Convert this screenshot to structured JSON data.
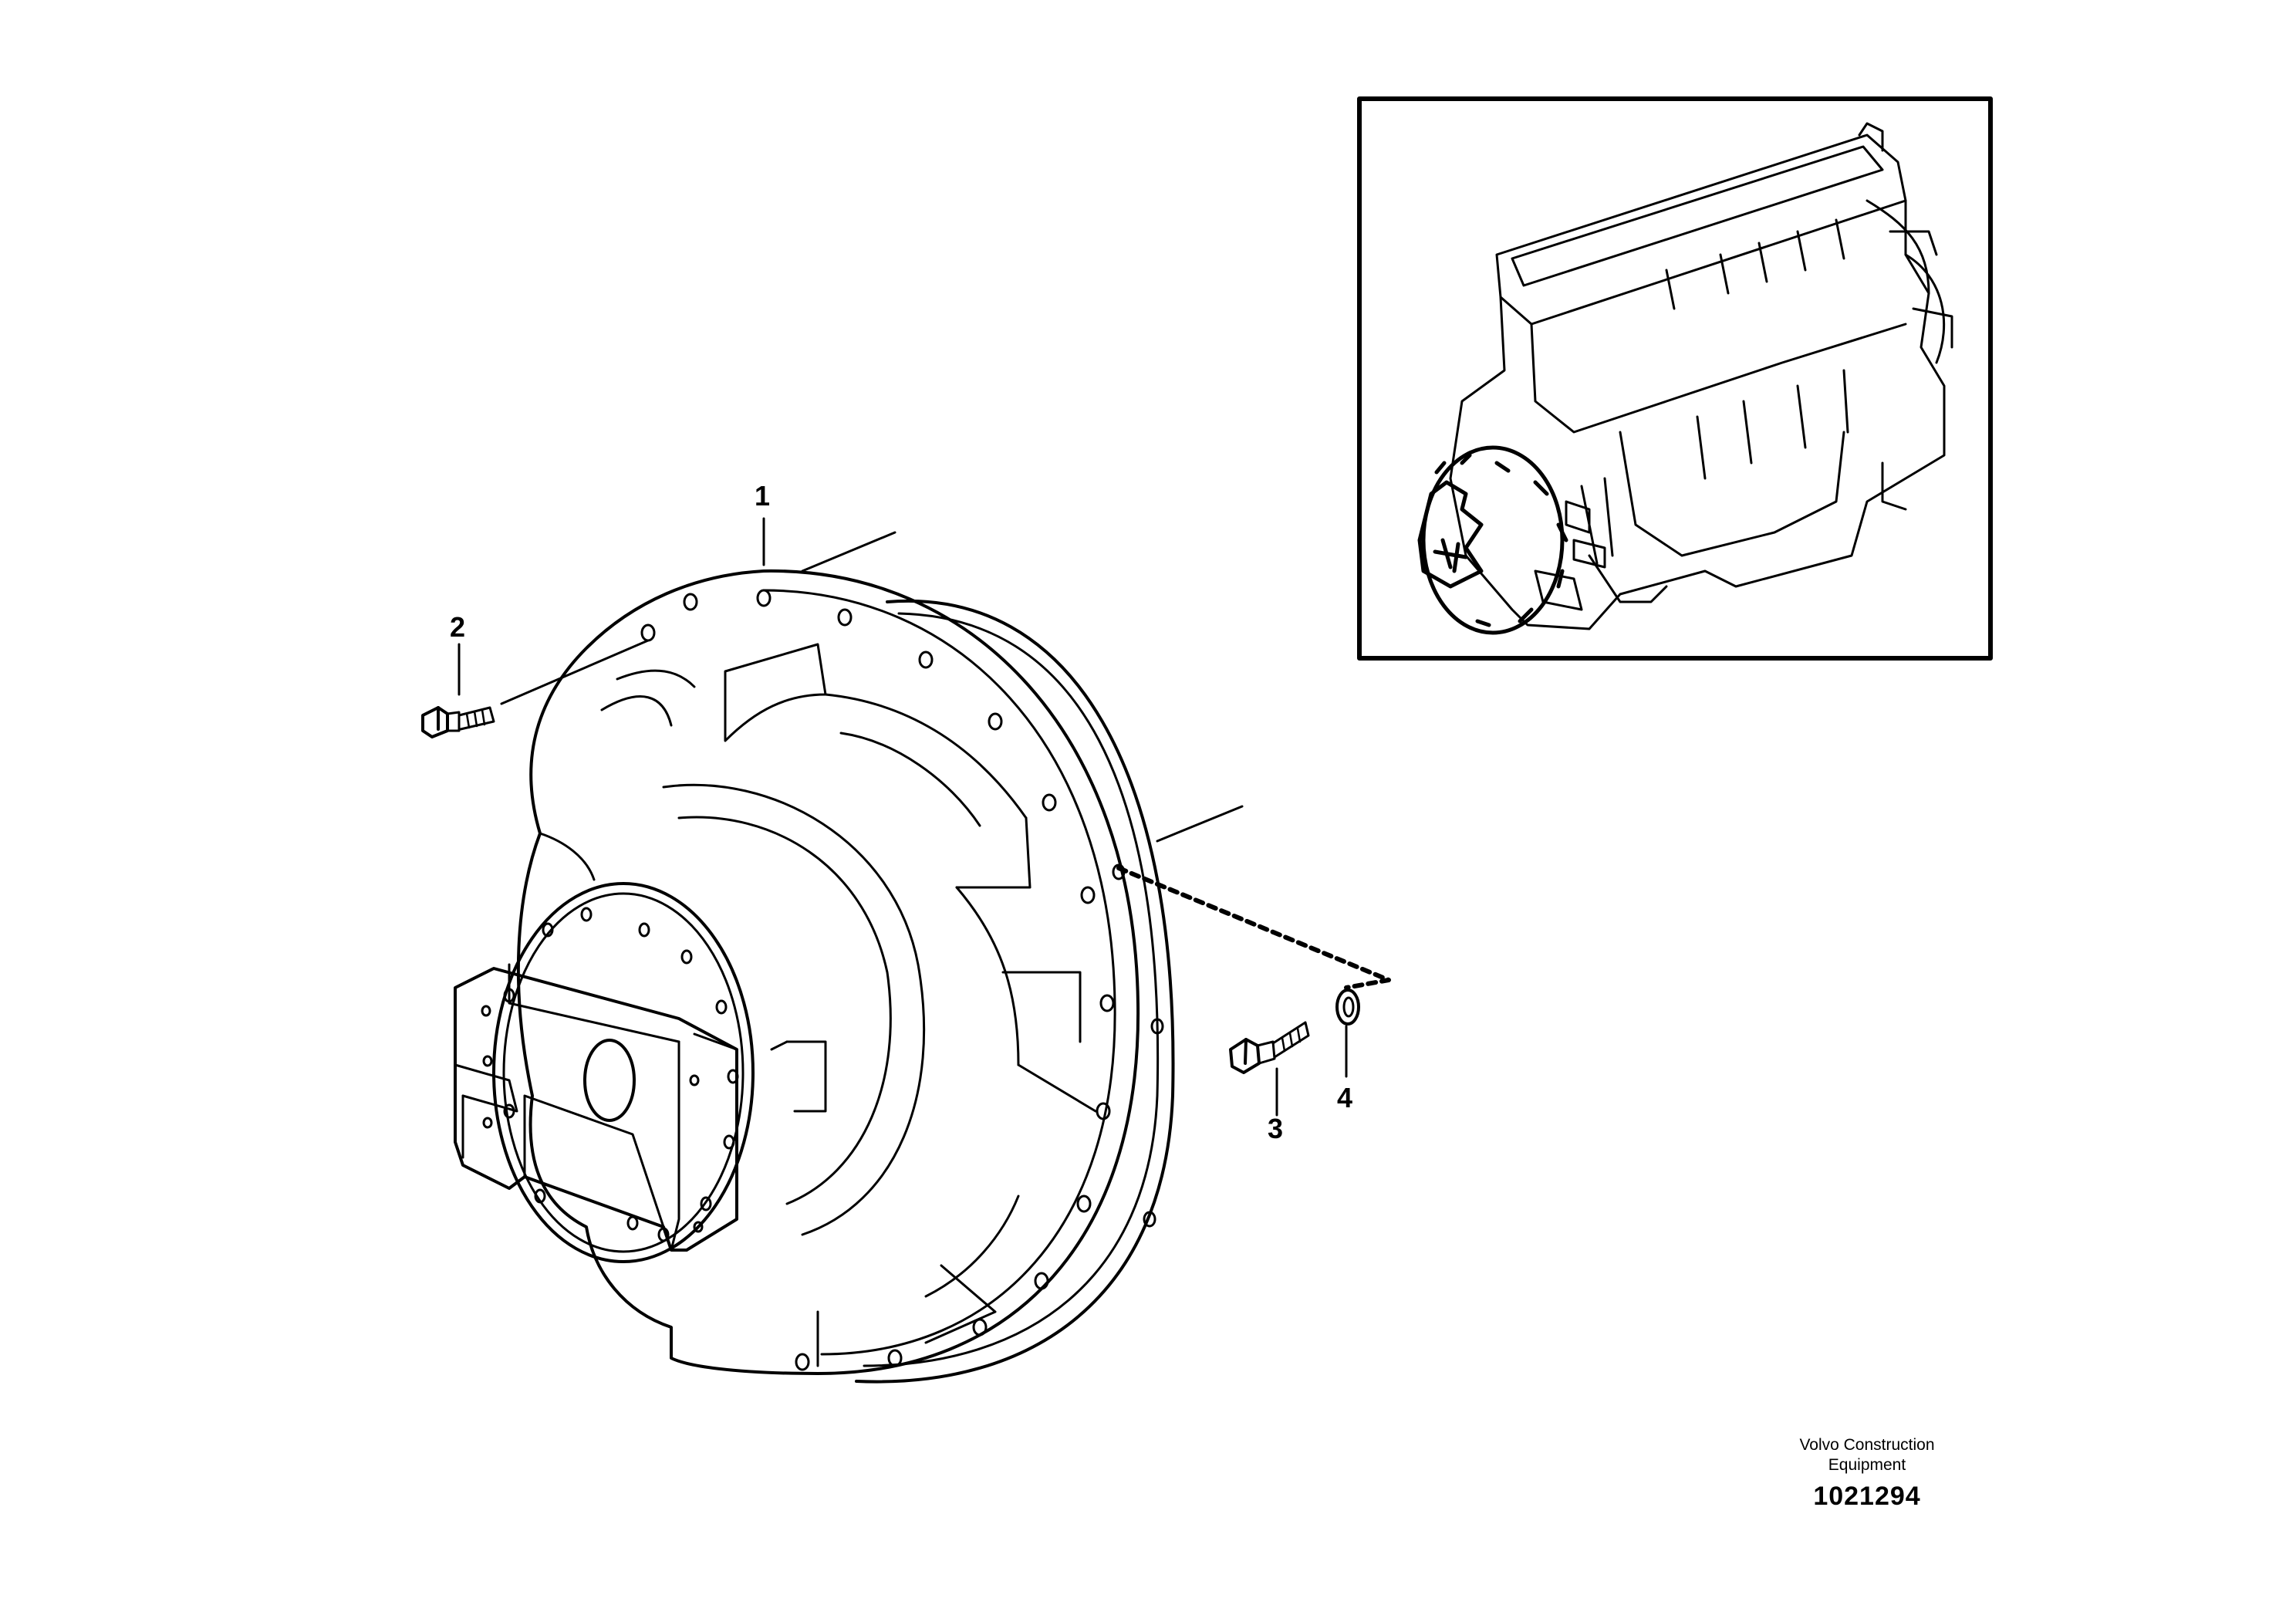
{
  "callouts": [
    {
      "id": "1",
      "label": "1"
    },
    {
      "id": "2",
      "label": "2"
    },
    {
      "id": "3",
      "label": "3"
    },
    {
      "id": "4",
      "label": "4"
    }
  ],
  "brand": {
    "line1": "Volvo Construction",
    "line2": "Equipment",
    "number": "1021294"
  },
  "colors": {
    "ink": "#000000",
    "paper": "#ffffff"
  }
}
